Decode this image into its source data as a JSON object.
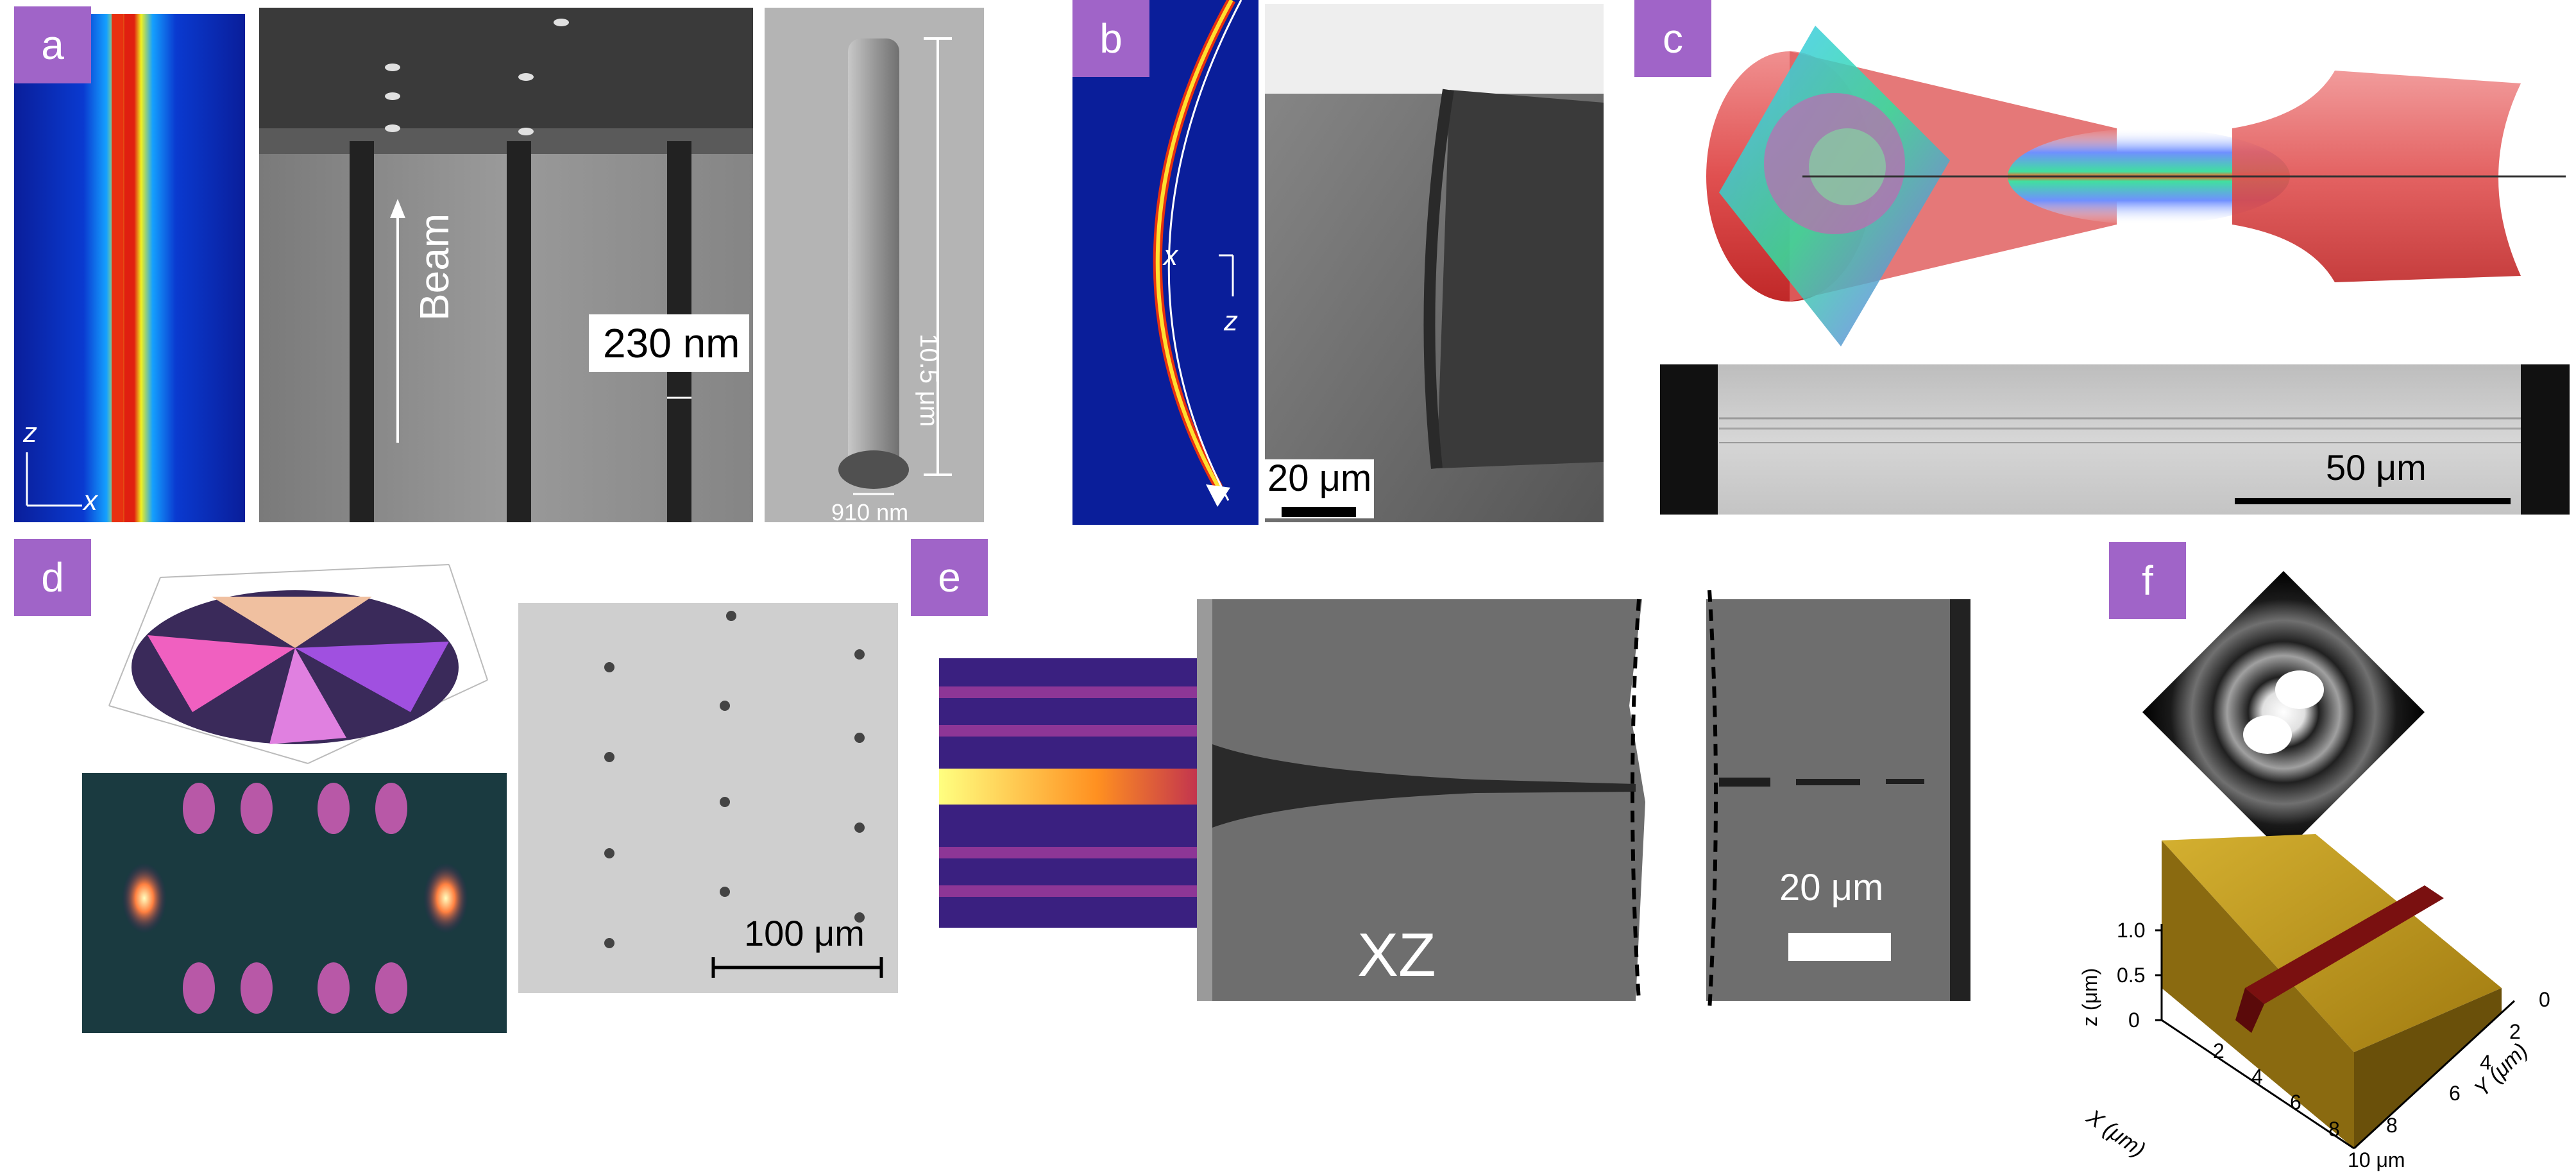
{
  "panels": {
    "a": {
      "letter": "a",
      "axis_z": "z",
      "axis_x": "x",
      "beam_label": "Beam",
      "width_label": "230 nm",
      "height_label": "10.5 μm",
      "diameter_label": "910 nm"
    },
    "b": {
      "letter": "b",
      "axis_x": "x",
      "axis_z": "z",
      "scale_label": "20 μm"
    },
    "c": {
      "letter": "c",
      "scale_label": "50 μm"
    },
    "d": {
      "letter": "d",
      "scale_label": "100 μm"
    },
    "e": {
      "letter": "e",
      "plane_label": "XZ",
      "scale_label": "20 μm"
    },
    "f": {
      "letter": "f",
      "z_axis_label": "z (μm)",
      "z_ticks": [
        "1.0",
        "0.5",
        "0"
      ],
      "x_axis_label": "X (μm)",
      "x_ticks": [
        "2",
        "4",
        "6",
        "8",
        "10 μm"
      ],
      "y_axis_label": "Y (μm)",
      "y_ticks": [
        "0",
        "2",
        "4",
        "6",
        "8"
      ]
    }
  },
  "colors": {
    "label_bg": "#a064c8",
    "simulation_blue": "#0a1e9a",
    "sem_gray": "#8c8c8c",
    "afm_gold": "#c8a020"
  }
}
